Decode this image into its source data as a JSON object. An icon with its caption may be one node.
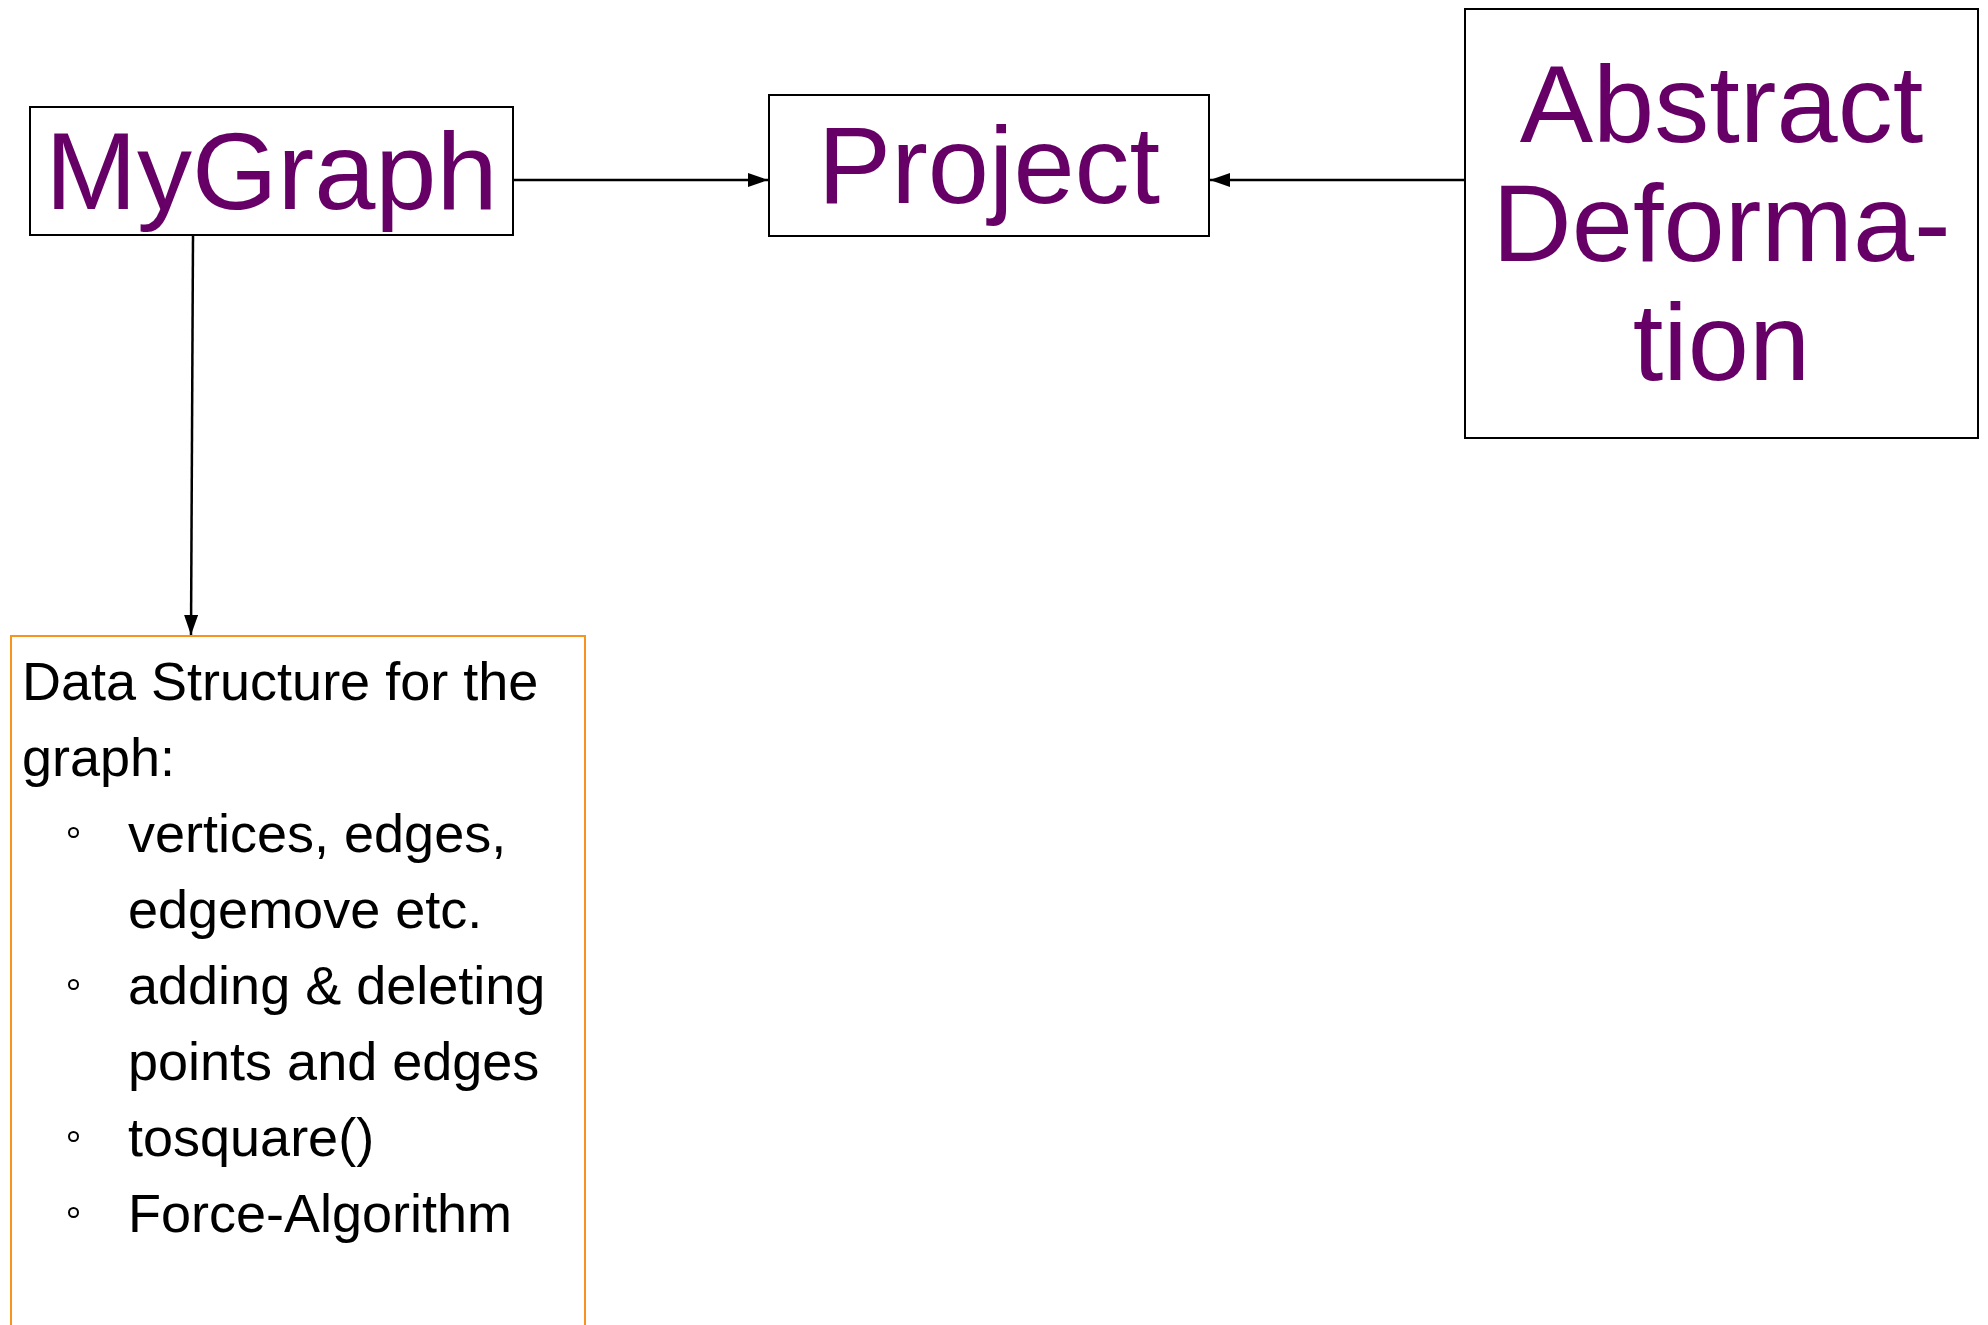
{
  "diagram": {
    "nodes": [
      {
        "text": [
          "MyGraph"
        ]
      },
      {
        "text": [
          "Project"
        ]
      },
      {
        "text": [
          "Abstract Deforma-tion"
        ]
      },
      {
        "text": [
          "Data Structure for the graph:",
          "vertices, edges, edgemove etc.",
          "adding & deleting points and edges",
          "tosquare()",
          "Force-Algorithm"
        ]
      }
    ],
    "edges": [
      {
        "from": 0,
        "to": 1,
        "arrow": "to"
      },
      {
        "from": 2,
        "to": 1,
        "arrow": "to"
      },
      {
        "from": 0,
        "to": 3,
        "arrow": "to"
      }
    ]
  }
}
